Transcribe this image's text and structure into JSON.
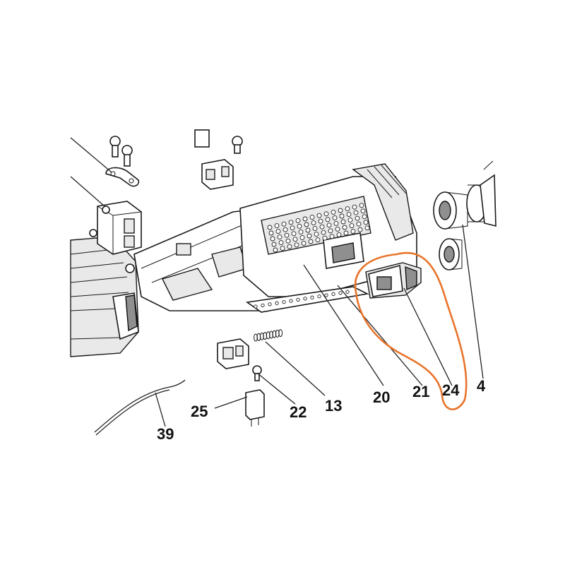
{
  "callouts": [
    {
      "id": "c39",
      "text": "39"
    },
    {
      "id": "c25",
      "text": "25"
    },
    {
      "id": "c22",
      "text": "22"
    },
    {
      "id": "c13",
      "text": "13"
    },
    {
      "id": "c20",
      "text": "20"
    },
    {
      "id": "c21",
      "text": "21"
    },
    {
      "id": "c24",
      "text": "24"
    },
    {
      "id": "c4",
      "text": "4"
    }
  ],
  "highlight": {
    "color": "#e8742a",
    "target": "24"
  },
  "colors": {
    "line": "#1a1a1a",
    "fill_light": "#e9e9e9",
    "fill_dark": "#8f8f8f"
  }
}
